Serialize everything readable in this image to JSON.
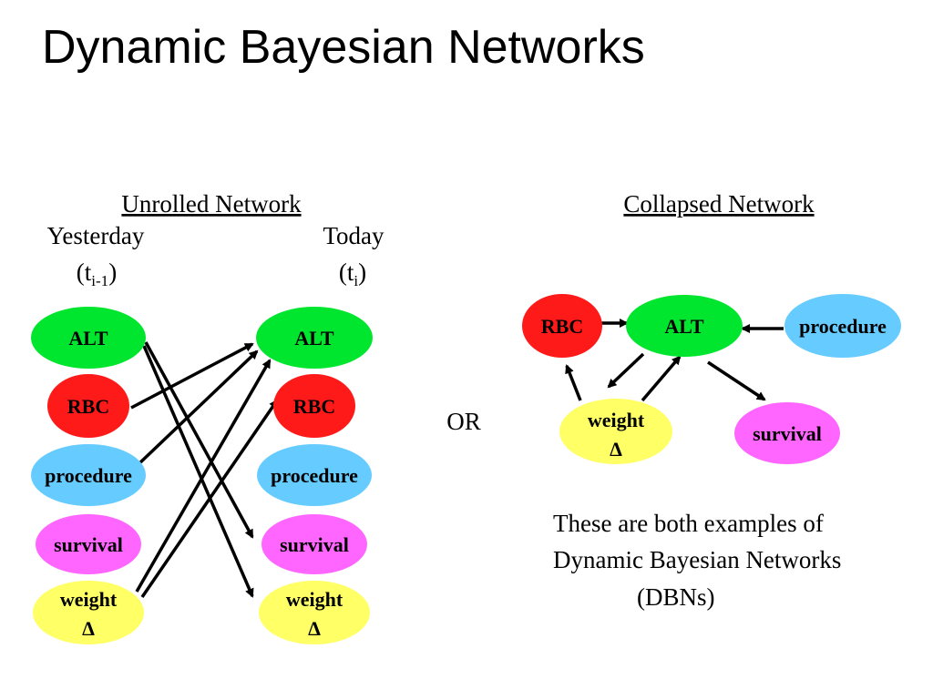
{
  "title": "Dynamic Bayesian Networks",
  "unrolled": {
    "heading": "Unrolled Network",
    "yesterday": {
      "label": "Yesterday",
      "paren_open": "(t",
      "sub": "i-1",
      "paren_close": ")"
    },
    "today": {
      "label": "Today",
      "paren_open": "(t",
      "sub": "i",
      "paren_close": ")"
    },
    "left_nodes": [
      {
        "label": "ALT",
        "color": "#00e62e"
      },
      {
        "label": "RBC",
        "color": "#ff1a1a"
      },
      {
        "label": "procedure",
        "color": "#66ccff"
      },
      {
        "label": "survival",
        "color": "#ff66ff"
      },
      {
        "label": "weight",
        "label2": "Δ",
        "color": "#ffff66"
      }
    ],
    "right_nodes": [
      {
        "label": "ALT",
        "color": "#00e62e"
      },
      {
        "label": "RBC",
        "color": "#ff1a1a"
      },
      {
        "label": "procedure",
        "color": "#66ccff"
      },
      {
        "label": "survival",
        "color": "#ff66ff"
      },
      {
        "label": "weight",
        "label2": "Δ",
        "color": "#ffff66"
      }
    ]
  },
  "or_label": "OR",
  "collapsed": {
    "heading": "Collapsed Network",
    "nodes": {
      "rbc": {
        "label": "RBC",
        "color": "#ff1a1a"
      },
      "alt": {
        "label": "ALT",
        "color": "#00e62e"
      },
      "procedure": {
        "label": "procedure",
        "color": "#66ccff"
      },
      "weight": {
        "label": "weight",
        "label2": "Δ",
        "color": "#ffff66"
      },
      "survival": {
        "label": "survival",
        "color": "#ff66ff"
      }
    }
  },
  "caption": {
    "line1": "These are both examples of",
    "line2": "Dynamic Bayesian Networks",
    "line3": "(DBNs)"
  }
}
